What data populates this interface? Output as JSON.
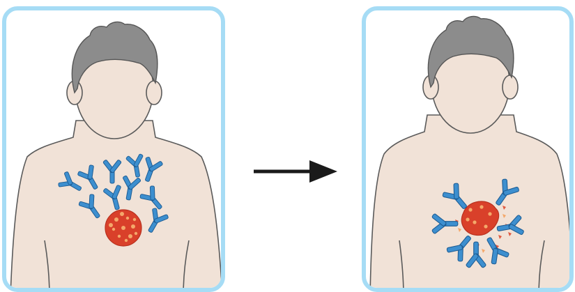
{
  "colors": {
    "frame": "#a6dcf5",
    "skin": "#f1e2d7",
    "skin_outline": "#5a5a5a",
    "hair": "#8c8c8c",
    "hair_outline": "#555555",
    "antibody": "#3d8fcf",
    "antibody_outline": "#1e5d94",
    "tumor": "#d9402a",
    "tumor_spot": "#f4a86a",
    "fragment": "#e05a40",
    "arrow": "#1a1a1a"
  },
  "panels": [
    {
      "name": "before",
      "tumor_state": "intact",
      "antibody_count": 10
    },
    {
      "name": "after",
      "tumor_state": "destroyed",
      "antibody_count": 7
    }
  ],
  "arrow": {
    "direction": "right",
    "icon": "arrow-right-icon"
  }
}
